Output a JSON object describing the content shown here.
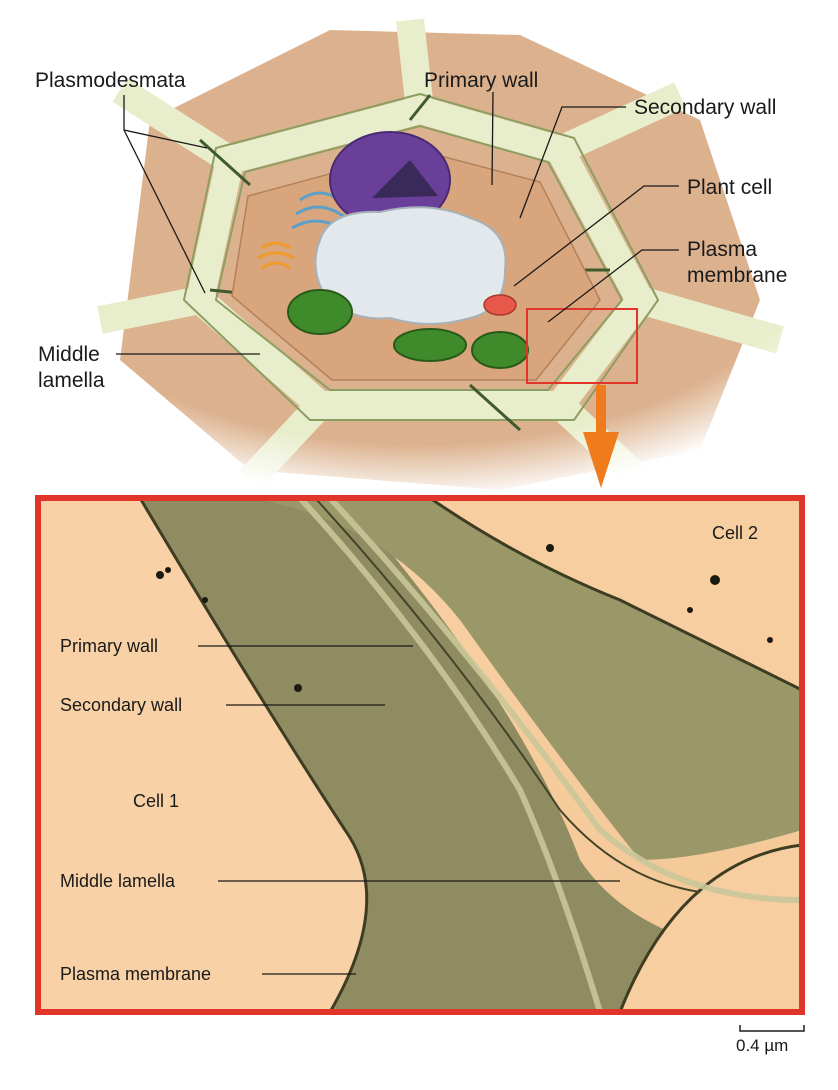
{
  "diagram": {
    "top_labels": {
      "plasmodesmata": "Plasmodesmata",
      "primary_wall": "Primary wall",
      "secondary_wall": "Secondary wall",
      "plant_cell": "Plant cell",
      "plasma_membrane_line1": "Plasma",
      "plasma_membrane_line2": "membrane",
      "middle_lamella_line1": "Middle",
      "middle_lamella_line2": "lamella"
    },
    "micrograph_labels": {
      "cell_2": "Cell 2",
      "cell_1": "Cell 1",
      "primary_wall": "Primary wall",
      "secondary_wall": "Secondary wall",
      "middle_lamella": "Middle lamella",
      "plasma_membrane": "Plasma membrane"
    },
    "scale_bar": "0.4 µm"
  },
  "colors": {
    "frame_red": "#e2352a",
    "arrow_orange": "#f07b1c",
    "cell_background": "#f8cda0",
    "cell_tan": "#d8a87c",
    "wall_green": "#e6ecc4",
    "wall_stroke": "#9aaa70",
    "nucleus_purple": "#6a3f9a",
    "vacuole_gray": "#dfe6ea",
    "chloroplast_green": "#3f8a2a",
    "mitochondrion_red": "#e8584a"
  }
}
